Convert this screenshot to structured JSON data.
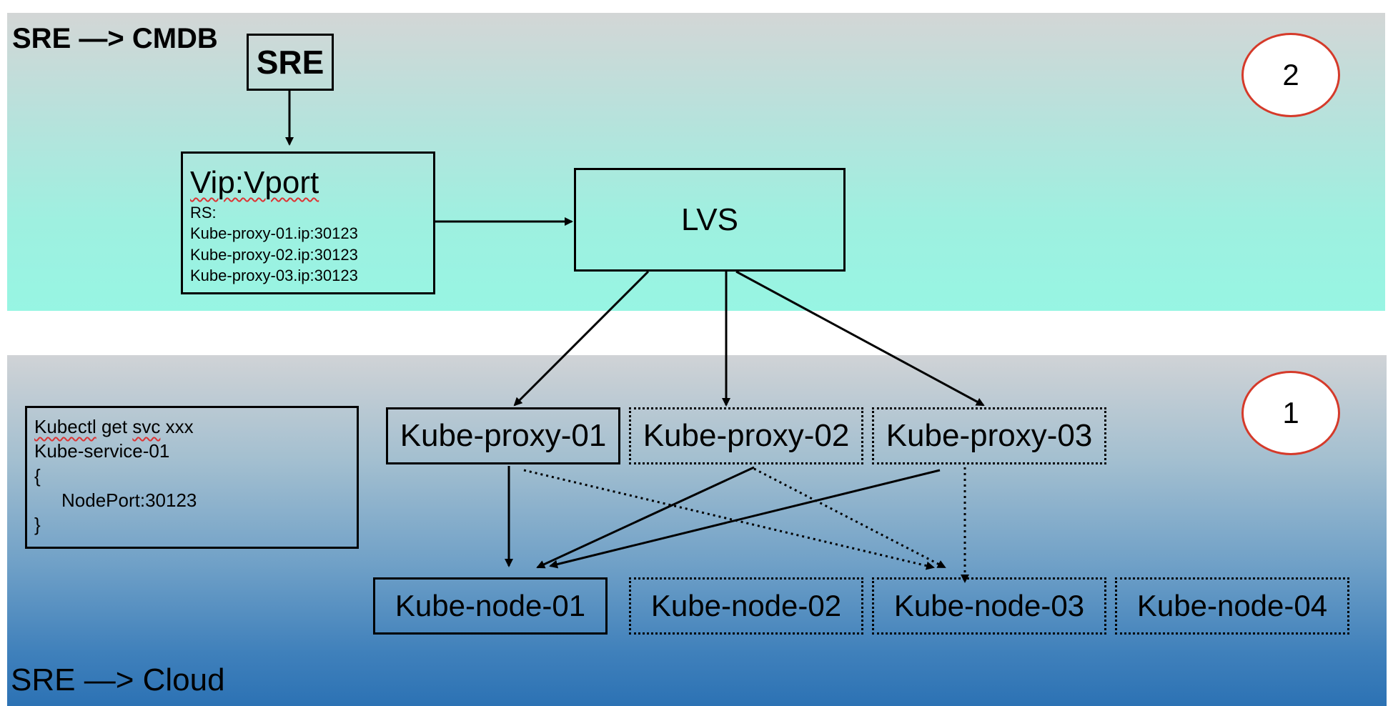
{
  "top_panel": {
    "heading": "SRE —> CMDB",
    "sre_box": "SRE",
    "vip": {
      "title": "Vip:Vport",
      "rs_label": "RS:",
      "rs_entries": [
        "Kube-proxy-01.ip:30123",
        "Kube-proxy-02.ip:30123",
        "Kube-proxy-03.ip:30123"
      ]
    },
    "lvs_label": "LVS",
    "badge": "2"
  },
  "bottom_panel": {
    "heading": "SRE  —> Cloud",
    "badge": "1",
    "kubectl": {
      "lines": [
        "Kubectl get svc xxx",
        "Kube-service-01",
        "{",
        "NodePort:30123",
        "}"
      ]
    },
    "proxies": [
      "Kube-proxy-01",
      "Kube-proxy-02",
      "Kube-proxy-03"
    ],
    "nodes": [
      "Kube-node-01",
      "Kube-node-02",
      "Kube-node-03",
      "Kube-node-04"
    ]
  },
  "colors": {
    "badge_border": "#d53a2a",
    "spellcheck_underline": "#d33"
  }
}
